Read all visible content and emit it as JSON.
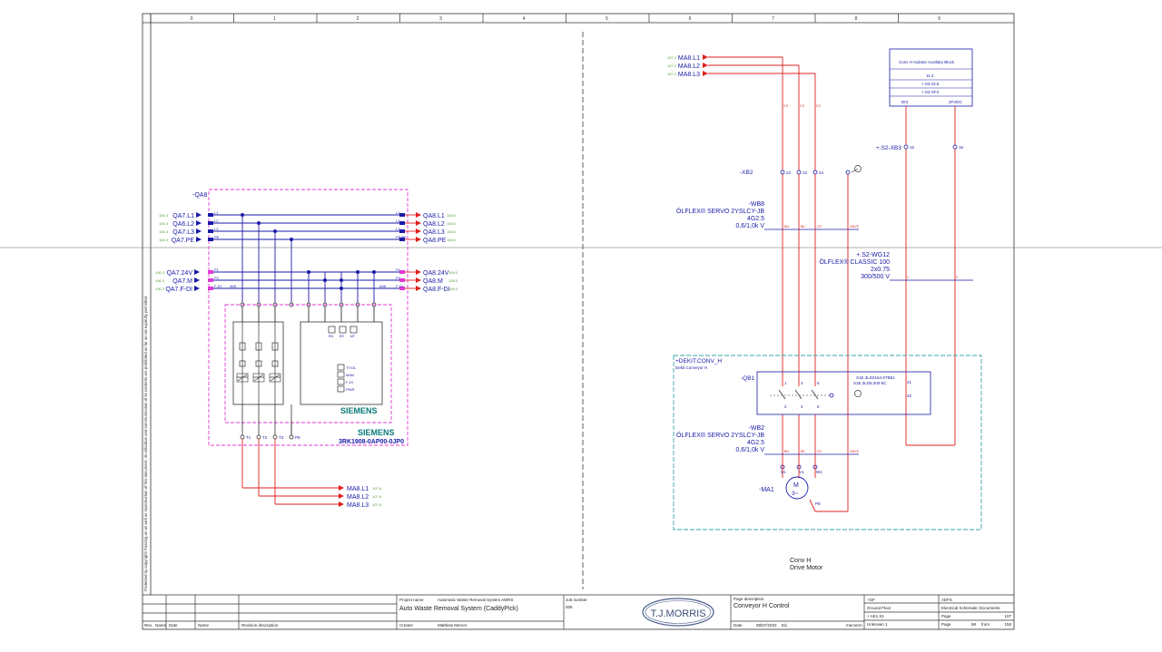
{
  "colors": {
    "blue": "#1a1aa8",
    "red": "#e02020",
    "magenta": "#e03ad6",
    "teal": "#3aa6a6",
    "grid": "#333333",
    "green": "#5a9a3a"
  },
  "columns": [
    "0",
    "1",
    "2",
    "3",
    "4",
    "5",
    "6",
    "7",
    "8",
    "9"
  ],
  "copyright_note": "Protected by copyright! Passing on as well as reproduction of this document, its utilization and communication of its contents are prohibited as far as not explicitly permitted",
  "left": {
    "qa8_tag": "-QA8",
    "inputs": [
      {
        "ref": "106.3",
        "label": "QA7.L1"
      },
      {
        "ref": "106.3",
        "label": "QA6.L2"
      },
      {
        "ref": "106.3",
        "label": "QA7.L3"
      },
      {
        "ref": "106.3",
        "label": "QA7.PE"
      }
    ],
    "input_pins": [
      "L1",
      "L2",
      "L3",
      "PE"
    ],
    "outputs": [
      {
        "label": "QA8.L1",
        "ref": "108.0"
      },
      {
        "label": "QA8.L2",
        "ref": "108.0"
      },
      {
        "label": "QA8.L3",
        "ref": "108.0"
      },
      {
        "label": "QA8.PE",
        "ref": "108.0"
      }
    ],
    "output_pins": [
      "L1",
      "L2",
      "L3",
      "PE/PE"
    ],
    "ctrl_inputs": [
      {
        "ref": "106.3",
        "label": "QA7.24V"
      },
      {
        "ref": "106.3",
        "label": "QA7.M"
      },
      {
        "ref": "106.3",
        "label": "QA7.F-DI"
      }
    ],
    "ctrl_pins": [
      "P1",
      "P2",
      "F-DI"
    ],
    "ctrl_outputs": [
      {
        "label": "QA8.24V",
        "ref": "108.0"
      },
      {
        "label": "QA8.M",
        "ref": "108.0"
      },
      {
        "label": "QA8.F-DI",
        "ref": "108.0"
      }
    ],
    "ctrl_out_pins": [
      "P1",
      "P2",
      "F-DI"
    ],
    "a06": "A06",
    "leds": [
      "RN",
      "ER",
      "MT"
    ],
    "status": [
      "TT/OL",
      "MAN",
      "F-DI",
      "PWR"
    ],
    "brand": "SIEMENS",
    "part_number": "3RK1908-0AP00-0JP0",
    "terminals": [
      "T1",
      "T2",
      "T3",
      "PE"
    ],
    "motor_outputs": [
      {
        "label": "MA8.L1",
        "ref": "107.6"
      },
      {
        "label": "MA8.L2",
        "ref": "107.6"
      },
      {
        "label": "MA8.L3",
        "ref": "107.6"
      }
    ]
  },
  "right": {
    "inputs": [
      {
        "ref": "107.2",
        "label": "MA8.L1"
      },
      {
        "ref": "107.2",
        "label": "MA8.L2"
      },
      {
        "ref": "107.2",
        "label": "MA8.L3"
      }
    ],
    "aux_block": {
      "title": "Conv H Isolator Auxiliary Block",
      "rows": [
        "11.3",
        "+.S2:15.6",
        "+.S2-XF4"
      ],
      "pins": [
        "DI3",
        "2FVDC"
      ]
    },
    "xb2": {
      "tag": "-XB2",
      "pins": [
        "22",
        "23",
        "24"
      ]
    },
    "xb3": {
      "tag": "+.S2-XB3",
      "pins": [
        "15",
        "16"
      ]
    },
    "wb8": {
      "lines": [
        "-WB8",
        "ÖLFLEX® SERVO 2YSLCY-JB",
        "4G2.5",
        "0,6/1,0k V"
      ],
      "cores": [
        "BN",
        "BK",
        "GY",
        "GNYE"
      ]
    },
    "wg12": {
      "lines": [
        "+.S2-WG12",
        "ÖLFLEX® CLASSIC 100",
        "2x0.75",
        "300/500 V"
      ],
      "cores": [
        "1",
        "2"
      ]
    },
    "dekit": {
      "tag": "+DEKIT.CONV_H",
      "desc": "Dekit Conveyor H"
    },
    "qb1": {
      "tag": "-QB1",
      "parts": [
        "S1E.3LD2164-0TB51",
        "S1E.3LD9.200-5C"
      ],
      "pins_top": [
        "1",
        "3",
        "5"
      ],
      "pins_bot": [
        "2",
        "4",
        "6"
      ],
      "aux": [
        "21",
        "22"
      ]
    },
    "wb2": {
      "lines": [
        "-WB2",
        "ÖLFLEX® SERVO 2YSLCY-JB",
        "4G2.5",
        "0,6/1,0k V"
      ],
      "cores": [
        "BN",
        "BK",
        "GY",
        "GNYE"
      ]
    },
    "motor": {
      "tag": "-MA1",
      "symbol": "M",
      "phase": "3~",
      "terms": [
        "U1",
        "V1",
        "W1",
        "PE"
      ]
    },
    "caption": [
      "Conv H",
      "Drive Motor"
    ]
  },
  "title_block": {
    "rev_headers": [
      "Rev.",
      "Name",
      "Date",
      "Name",
      "Revision description"
    ],
    "project_label": "Project name",
    "project_code": "Automatic Waste Removal System AWRS",
    "project_name": "Auto Waste Removal System (CaddyPick)",
    "creator_label": "Creator",
    "creator": "Matthew Mercer",
    "job_label": "Job number",
    "job_number": "005",
    "logo": "T.J.MORRIS",
    "page_desc_label": "Page description",
    "page_desc": "Conveyor H Control",
    "date_label": "Date",
    "date": "08/07/2023",
    "ed_label": "Ed.",
    "editor": "mercerm",
    "location_rows": [
      "+GF",
      "Ground Floor",
      "+ AE1.S1",
      "Unknown 1"
    ],
    "doc_rows": [
      "AEFS",
      "Electrical Schematic Documents",
      "Page",
      "Page"
    ],
    "page_label": "Page",
    "page_number": "107",
    "page_of": "98",
    "from_label": "from",
    "page_total": "158"
  }
}
